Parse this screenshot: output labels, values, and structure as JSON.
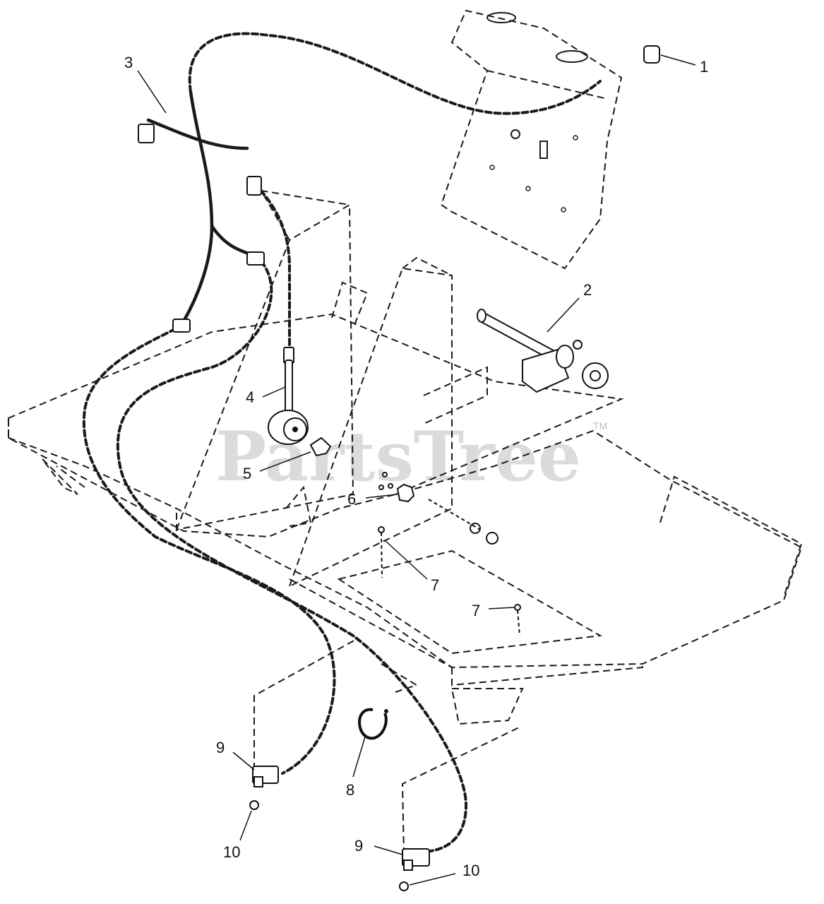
{
  "watermark": {
    "text": "PartsTree",
    "trademark": "TM"
  },
  "callouts": [
    {
      "id": "c1",
      "label": "1"
    },
    {
      "id": "c2",
      "label": "2"
    },
    {
      "id": "c3",
      "label": "3"
    },
    {
      "id": "c4",
      "label": "4"
    },
    {
      "id": "c5",
      "label": "5"
    },
    {
      "id": "c6",
      "label": "6"
    },
    {
      "id": "c7a",
      "label": "7"
    },
    {
      "id": "c7b",
      "label": "7"
    },
    {
      "id": "c8",
      "label": "8"
    },
    {
      "id": "c9a",
      "label": "9"
    },
    {
      "id": "c9b",
      "label": "9"
    },
    {
      "id": "c10a",
      "label": "10"
    },
    {
      "id": "c10b",
      "label": "10"
    }
  ],
  "colors": {
    "line": "#1a1a1a",
    "watermark": "#bfbfbf",
    "background": "#ffffff"
  }
}
